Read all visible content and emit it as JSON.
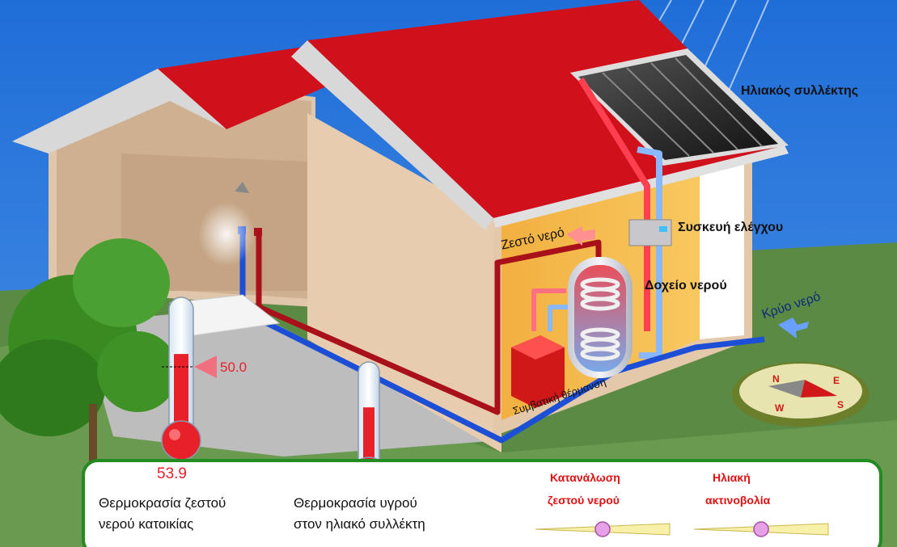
{
  "scene_labels": {
    "solar_collector": "Ηλιακός συλλέκτης",
    "control_unit": "Συσκευή ελέγχου",
    "water_tank": "Δοχείο νερού",
    "hot_water": "Ζεστό νερό",
    "cold_water": "Κρύο νερό",
    "conventional_heating": "Συμβατική θέρμανση"
  },
  "compass": {
    "north": "N",
    "east": "E",
    "south": "S",
    "west": "W"
  },
  "house_thermometer": {
    "setpoint": "50.0",
    "reading": "53.9",
    "label_line1": "Θερμοκρασία ζεστού",
    "label_line2": "νερού κατοικίας",
    "level": 0.62
  },
  "collector_thermometer": {
    "label_line1": "Θερμοκρασία υγρού",
    "label_line2": "στον ηλιακό συλλέκτη",
    "level": 0.64
  },
  "controls": {
    "consumption_line1": "Κατανάλωση",
    "consumption_line2": "ζεστού νερού",
    "consumption_value": 0.5,
    "radiation_line1": "Ηλιακή",
    "radiation_line2": "ακτινοβολία",
    "radiation_value": 0.5
  },
  "colors": {
    "sky": "#1f6dd8",
    "grass": "#5b8a45",
    "roof": "#d0101a",
    "wall": "#e8ccb0",
    "hot_pipe": "#b01020",
    "cold_pipe": "#1c4fd6",
    "thermo_red": "#e8202a",
    "panel_border": "#228b22",
    "slider_knob": "#e6a0e6",
    "control_label": "#e01010"
  }
}
